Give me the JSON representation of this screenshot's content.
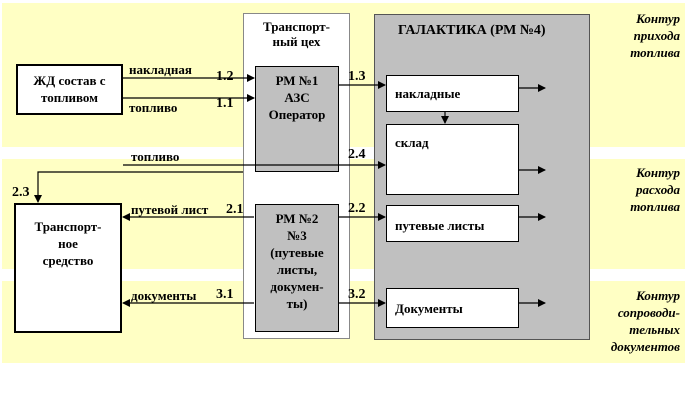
{
  "contours": {
    "arrival": [
      "Контур",
      "прихода",
      "топлива"
    ],
    "consumption": [
      "Контур",
      "расхода",
      "топлива"
    ],
    "documents": [
      "Контур",
      "сопроводи-",
      "тельных",
      "документов"
    ]
  },
  "transport_shop": {
    "title_line1": "Транспорт-",
    "title_line2": "ный цех"
  },
  "galaktika": {
    "title": "ГАЛАКТИКА (РМ №4)"
  },
  "railway": {
    "line1": "ЖД состав с",
    "line2": "топливом"
  },
  "vehicle": {
    "line1": "Транспорт-",
    "line2": "ное",
    "line3": "средство"
  },
  "rm1": {
    "line1": "РМ №1",
    "line2": "АЗС",
    "line3": "Оператор"
  },
  "rm2": {
    "line1": "РМ №2",
    "line2": "№3",
    "line3": "(путевые",
    "line4": "листы,",
    "line5": "докумен-",
    "line6": "ты)"
  },
  "modules": {
    "invoices": "накладные",
    "warehouse": "склад",
    "waybills": "путевые листы",
    "documents": "Документы"
  },
  "flows": {
    "f12_label": "накладная",
    "f12_num": "1.2",
    "f11_label": "топливо",
    "f11_num": "1.1",
    "f13_num": "1.3",
    "f24_label": "топливо",
    "f24_num": "2.4",
    "f23_num": "2.3",
    "f21_label": "путевой лист",
    "f21_num": "2.1",
    "f22_num": "2.2",
    "f31_label": "документы",
    "f31_num": "3.1",
    "f32_num": "3.2"
  }
}
